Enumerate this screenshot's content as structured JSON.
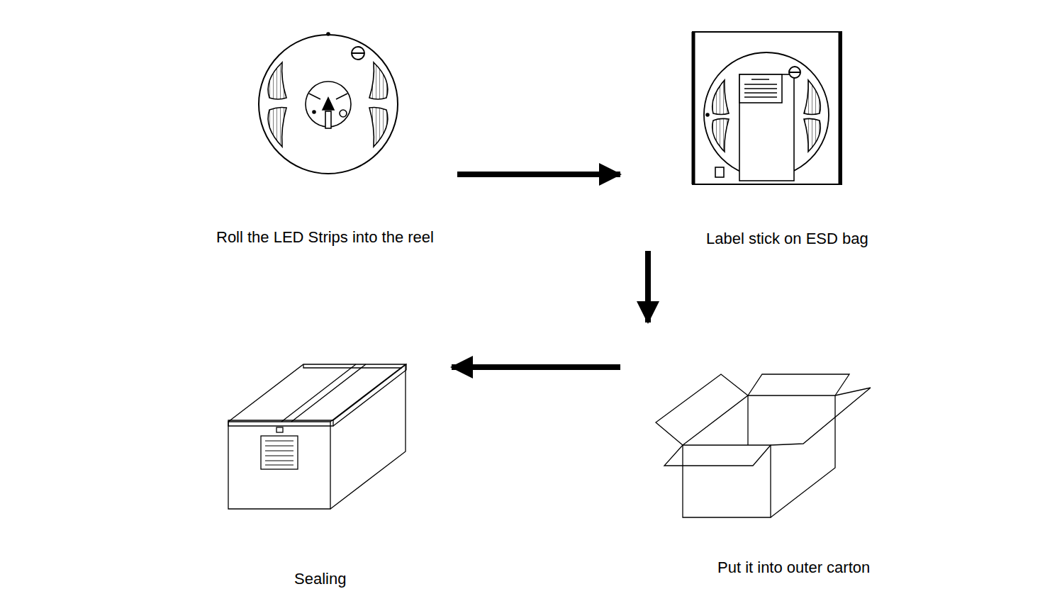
{
  "diagram": {
    "nodes": [
      {
        "text": [
          "Roll the LED Strips into the reel"
        ]
      },
      {
        "text": [
          "Label stick on ESD bag"
        ]
      },
      {
        "text": [
          "Put it into outer carton"
        ]
      },
      {
        "text": [
          "Sealing"
        ]
      }
    ],
    "edges": [
      {
        "from": 0,
        "to": 1,
        "arrow": "to"
      },
      {
        "from": 1,
        "to": 2,
        "arrow": "to"
      },
      {
        "from": 2,
        "to": 3,
        "arrow": "to"
      }
    ]
  }
}
